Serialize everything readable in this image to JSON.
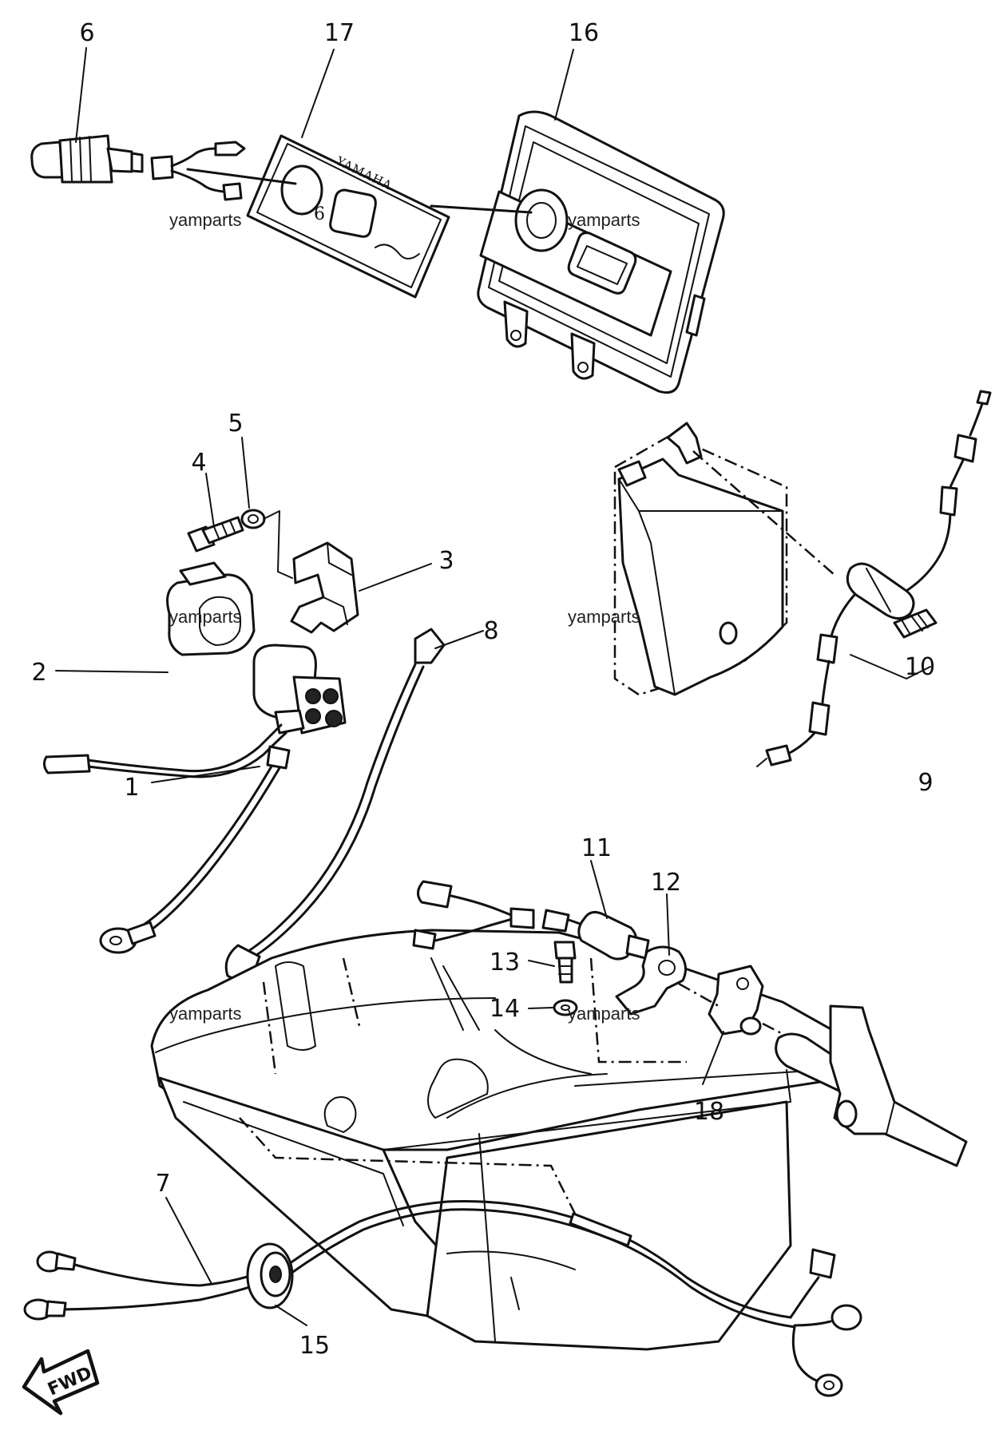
{
  "diagram": {
    "part_labels": [
      "1",
      "2",
      "3",
      "4",
      "5",
      "6",
      "7",
      "8",
      "9",
      "10",
      "11",
      "12",
      "13",
      "14",
      "15",
      "16",
      "17",
      "18"
    ],
    "panel_brand_text": "YAMAHA",
    "panel_symbol_text": "6",
    "direction_arrow_text": "FWD",
    "watermark_text": "yamparts"
  }
}
